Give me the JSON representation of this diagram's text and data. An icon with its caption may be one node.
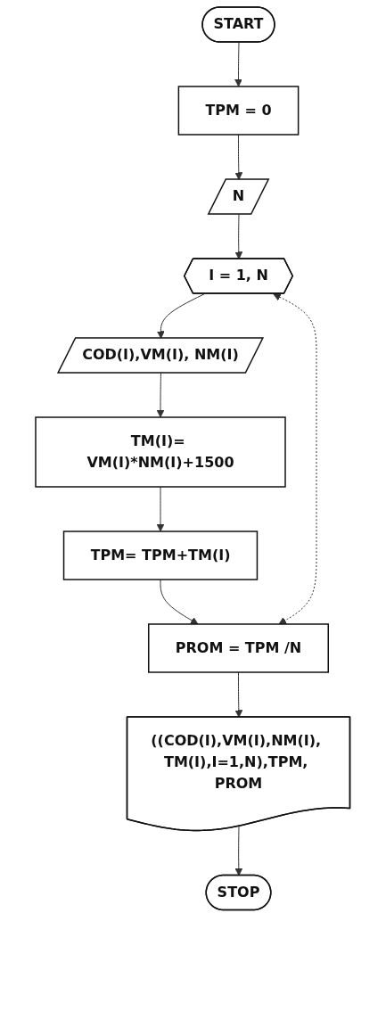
{
  "diagram": {
    "nodes": [
      {
        "text": [
          "START"
        ]
      },
      {
        "text": [
          "TPM = 0"
        ]
      },
      {
        "text": [
          "N"
        ]
      },
      {
        "text": [
          "I = 1, N"
        ]
      },
      {
        "text": [
          "COD(I),VM(I), NM(I)"
        ]
      },
      {
        "text": [
          "TM(I)= VM(I)*NM(I)+1500"
        ]
      },
      {
        "text": [
          "TPM= TPM+TM(I)"
        ]
      },
      {
        "text": [
          "PROM = TPM /N"
        ]
      },
      {
        "text": [
          "((COD(I),VM(I),NM(I), TM(I),I=1,N),TPM, PROM"
        ]
      },
      {
        "text": [
          "STOP"
        ]
      }
    ],
    "edges": [
      {
        "from": 0,
        "to": 1,
        "arrow": "to"
      },
      {
        "from": 1,
        "to": 2,
        "arrow": "to"
      },
      {
        "from": 2,
        "to": 3,
        "arrow": "to"
      },
      {
        "from": 3,
        "to": 4,
        "arrow": "to"
      },
      {
        "from": 4,
        "to": 5,
        "arrow": "to"
      },
      {
        "from": 5,
        "to": 6,
        "arrow": "to"
      },
      {
        "from": 6,
        "to": 7,
        "arrow": "to"
      },
      {
        "from": 3,
        "to": 7,
        "arrow": "both",
        "style": "dashed"
      },
      {
        "from": 7,
        "to": 8,
        "arrow": "to"
      },
      {
        "from": 8,
        "to": 9,
        "arrow": "to"
      }
    ]
  }
}
